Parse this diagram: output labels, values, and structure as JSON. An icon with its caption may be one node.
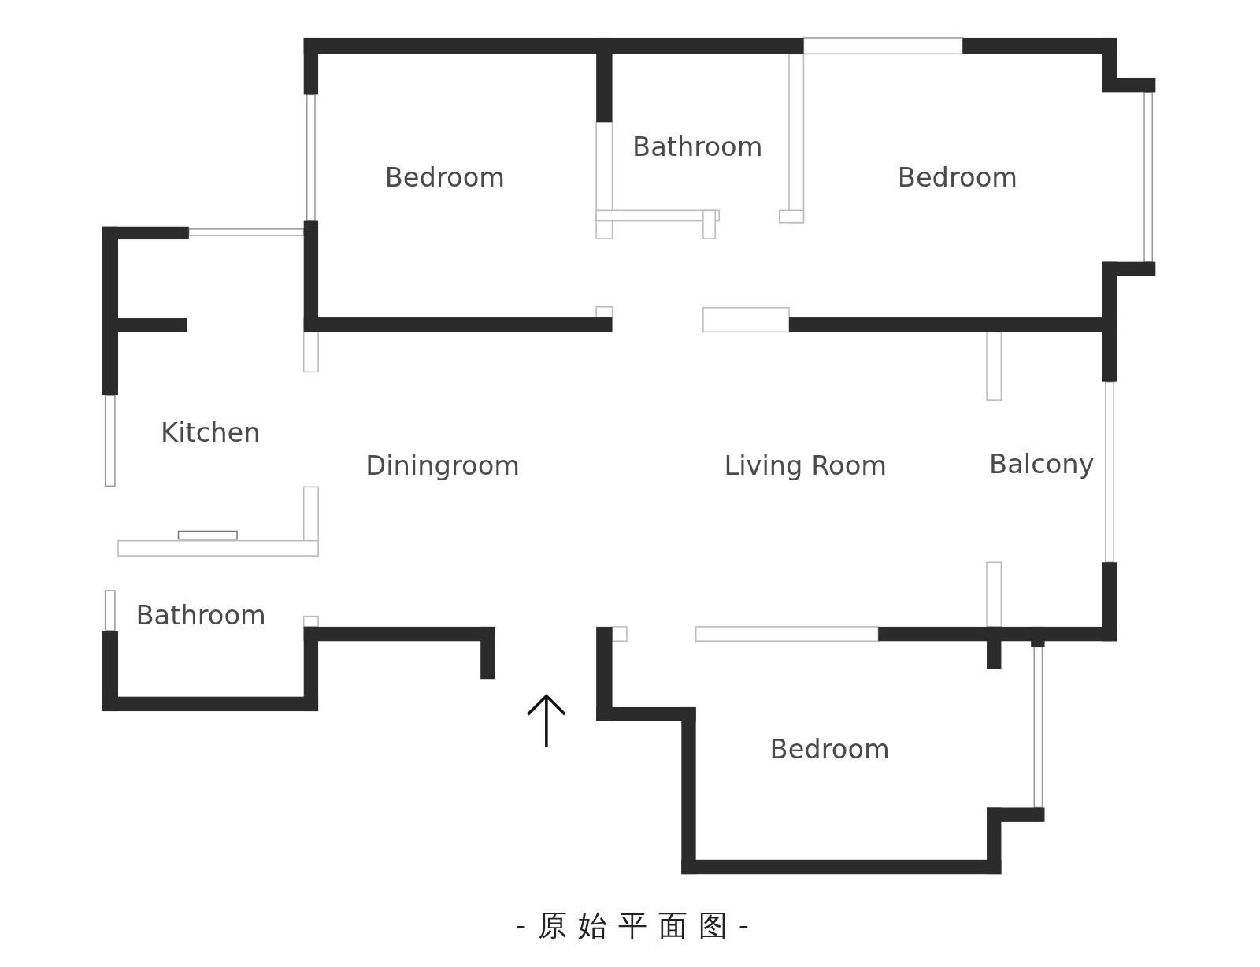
{
  "diagram": {
    "caption": "-原始平面图-",
    "labels": [
      "Bedroom",
      "Bathroom",
      "Bedroom",
      "Kitchen",
      "Diningroom",
      "Living Room",
      "Balcony",
      "Bathroom",
      "Bedroom"
    ]
  }
}
